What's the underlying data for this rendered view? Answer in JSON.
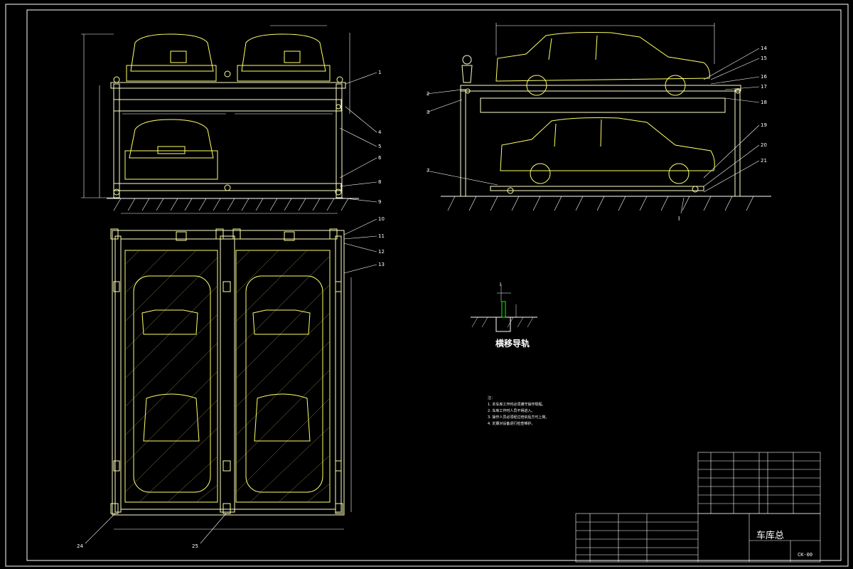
{
  "drawing": {
    "title_block_title": "车库总",
    "drawing_code": "CK-00",
    "section_label": "I",
    "section_view_title": "横移导轨",
    "notes_heading": "注：",
    "notes": [
      "1. 本车库工作时必须遵守操作规程。",
      "2. 车库工作时人员不得进入。",
      "3. 操作人员必须经过培训后方可上岗。",
      "4. 定期对设备进行检查维护。"
    ],
    "leader_numbers": [
      "1",
      "2",
      "3",
      "4",
      "5",
      "6",
      "7",
      "8",
      "9",
      "10",
      "11",
      "12",
      "13",
      "14",
      "15",
      "16",
      "17",
      "18",
      "19",
      "20",
      "21",
      "24",
      "25"
    ]
  },
  "colors": {
    "background": "#000000",
    "frame": "#ffffff",
    "car": "#ffff66",
    "steel": "#ffffcc",
    "green": "#00ff00"
  }
}
